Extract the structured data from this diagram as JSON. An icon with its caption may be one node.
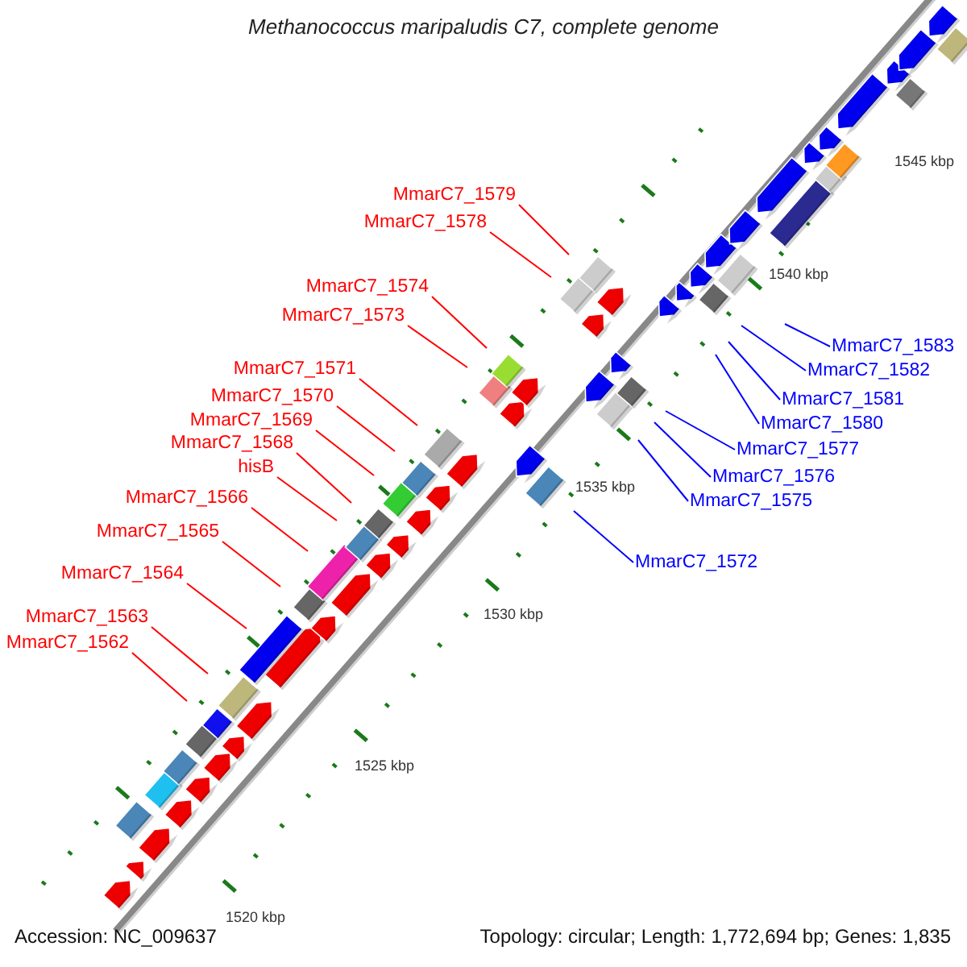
{
  "diagram": {
    "title": "Methanococcus maripaludis C7, complete genome",
    "nodes": [
      {
        "text": [
          "MmarC7_1579"
        ]
      },
      {
        "text": [
          "MmarC7_1578"
        ]
      },
      {
        "text": [
          "MmarC7_1574"
        ]
      },
      {
        "text": [
          "MmarC7_1573"
        ]
      },
      {
        "text": [
          "MmarC7_1583"
        ]
      },
      {
        "text": [
          "MmarC7_1571"
        ]
      },
      {
        "text": [
          "MmarC7_1582"
        ]
      },
      {
        "text": [
          "MmarC7_1570"
        ]
      },
      {
        "text": [
          "MmarC7_1581"
        ]
      },
      {
        "text": [
          "MmarC7_1569"
        ]
      },
      {
        "text": [
          "MmarC7_1580"
        ]
      },
      {
        "text": [
          "MmarC7_1568"
        ]
      },
      {
        "text": [
          "MmarC7_1577"
        ]
      },
      {
        "text": [
          "hisB"
        ]
      },
      {
        "text": [
          "MmarC7_1576"
        ]
      },
      {
        "text": [
          "MmarC7_1566"
        ]
      },
      {
        "text": [
          "MmarC7_1575"
        ]
      },
      {
        "text": [
          "MmarC7_1565"
        ]
      },
      {
        "text": [
          "MmarC7_1572"
        ]
      },
      {
        "text": [
          "MmarC7_1564"
        ]
      },
      {
        "text": [
          "MmarC7_1563"
        ]
      },
      {
        "text": [
          "MmarC7_1562"
        ]
      }
    ],
    "edges": [
      {
        "from": 0,
        "to": null,
        "arrow": "none"
      },
      {
        "from": 1,
        "to": null,
        "arrow": "none"
      },
      {
        "from": 2,
        "to": null,
        "arrow": "none"
      },
      {
        "from": 3,
        "to": null,
        "arrow": "none"
      },
      {
        "from": 4,
        "to": null,
        "arrow": "none",
        "color": "#0000ff"
      },
      {
        "from": 5,
        "to": null,
        "arrow": "none"
      },
      {
        "from": 6,
        "to": null,
        "arrow": "none",
        "color": "#0000ff"
      },
      {
        "from": 7,
        "to": null,
        "arrow": "none"
      },
      {
        "from": 8,
        "to": null,
        "arrow": "none",
        "color": "#0000ff"
      },
      {
        "from": 9,
        "to": null,
        "arrow": "none"
      },
      {
        "from": 10,
        "to": null,
        "arrow": "none",
        "color": "#0000ff"
      },
      {
        "from": 11,
        "to": null,
        "arrow": "none"
      },
      {
        "from": 12,
        "to": null,
        "arrow": "none",
        "color": "#0000ff"
      },
      {
        "from": 13,
        "to": null,
        "arrow": "none"
      },
      {
        "from": 14,
        "to": null,
        "arrow": "none",
        "color": "#0000ff"
      },
      {
        "from": 15,
        "to": null,
        "arrow": "none"
      },
      {
        "from": 16,
        "to": null,
        "arrow": "none",
        "color": "#0000ff"
      },
      {
        "from": 17,
        "to": null,
        "arrow": "none"
      },
      {
        "from": 18,
        "to": null,
        "arrow": "none",
        "color": "#0000ff"
      },
      {
        "from": 19,
        "to": null,
        "arrow": "none"
      },
      {
        "from": 20,
        "to": null,
        "arrow": "none"
      },
      {
        "from": 21,
        "to": null,
        "arrow": "none"
      }
    ],
    "labels": [
      "1545 kbp",
      "1540 kbp",
      "1535 kbp",
      "1530 kbp",
      "1525 kbp",
      "1520 kbp",
      "Accession: NC_009637",
      "Topology: circular; Length: 1,772,694 bp; Genes: 1,835"
    ]
  }
}
